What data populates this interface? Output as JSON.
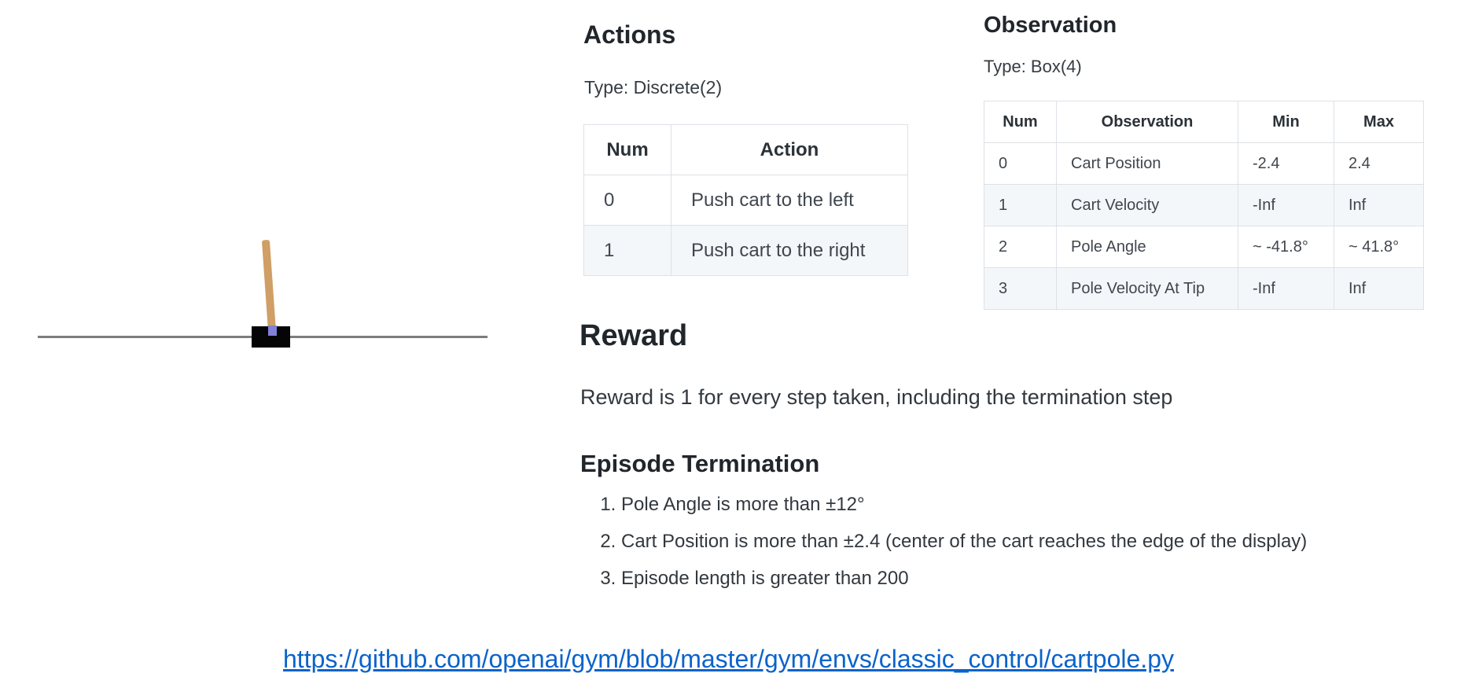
{
  "cartpole": {
    "track_color": "#7d7d7d",
    "cart_color": "#050505",
    "pole_color": "#cf9f66",
    "axle_color": "#8181d7"
  },
  "actions": {
    "title": "Actions",
    "type_label": "Type: Discrete(2)",
    "table": {
      "headers": [
        "Num",
        "Action"
      ],
      "rows": [
        [
          "0",
          "Push cart to the left"
        ],
        [
          "1",
          "Push cart to the right"
        ]
      ]
    }
  },
  "observation": {
    "title": "Observation",
    "type_label": "Type: Box(4)",
    "table": {
      "headers": [
        "Num",
        "Observation",
        "Min",
        "Max"
      ],
      "rows": [
        [
          "0",
          "Cart Position",
          "-2.4",
          "2.4"
        ],
        [
          "1",
          "Cart Velocity",
          "-Inf",
          "Inf"
        ],
        [
          "2",
          "Pole Angle",
          "~ -41.8°",
          "~ 41.8°"
        ],
        [
          "3",
          "Pole Velocity At Tip",
          "-Inf",
          "Inf"
        ]
      ]
    }
  },
  "reward": {
    "title": "Reward",
    "body": "Reward is 1 for every step taken, including the termination step"
  },
  "episode_termination": {
    "title": "Episode Termination",
    "items": [
      "Pole Angle is more than ±12°",
      "Cart Position is more than ±2.4 (center of the cart reaches the edge of the display)",
      "Episode length is greater than 200"
    ]
  },
  "source_link": {
    "text": "https://github.com/openai/gym/blob/master/gym/envs/classic_control/cartpole.py",
    "href": "https://github.com/openai/gym/blob/master/gym/envs/classic_control/cartpole.py",
    "color": "#0b63cb"
  }
}
